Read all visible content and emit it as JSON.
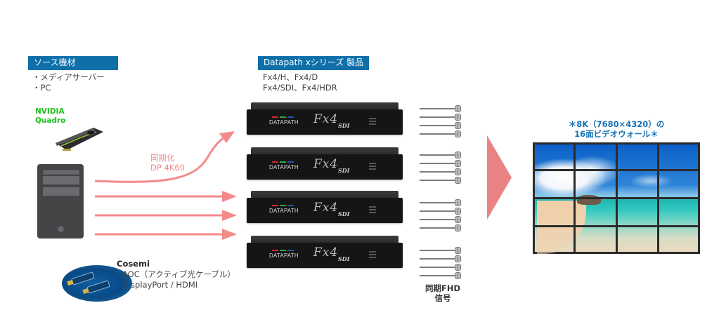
{
  "source": {
    "header": "ソース機材",
    "items": [
      "・メディアサーバー",
      "・PC"
    ],
    "gpu_brand_line1": "NVIDIA",
    "gpu_brand_line2": "Quadro"
  },
  "product": {
    "header": "Datapath xシリーズ 製品",
    "models_line1": "Fx4/H、Fx4/D",
    "models_line2": "Fx4/SDI、Fx4/HDR",
    "device_brand": "DATAPATH",
    "device_model": "Fx4",
    "device_model_sub": "SDI",
    "device_count": 4,
    "logo_colors": [
      "#d6262b",
      "#2aa84a",
      "#2457a8"
    ]
  },
  "signal": {
    "sync_line1": "同期化",
    "sync_line2": "DP 4K60",
    "output_line1": "同期FHD",
    "output_line2": "信号",
    "outputs_per_device": 4
  },
  "cable": {
    "brand": "Cosemi",
    "line1": "AOC（アクティブ光ケーブル）",
    "line2": "DisplayPort / HDMI"
  },
  "videowall": {
    "title_line1": "＊8K（7680×4320）の",
    "title_line2": "16面ビデオウォール＊",
    "rows": 4,
    "cols": 4
  },
  "colors": {
    "label_bg": "#0f6fa8",
    "arrow": "#f58a8a",
    "big_arrow": "#ea8484",
    "wall_title": "#1572b6",
    "gpu_text": "#1fbf1f"
  }
}
